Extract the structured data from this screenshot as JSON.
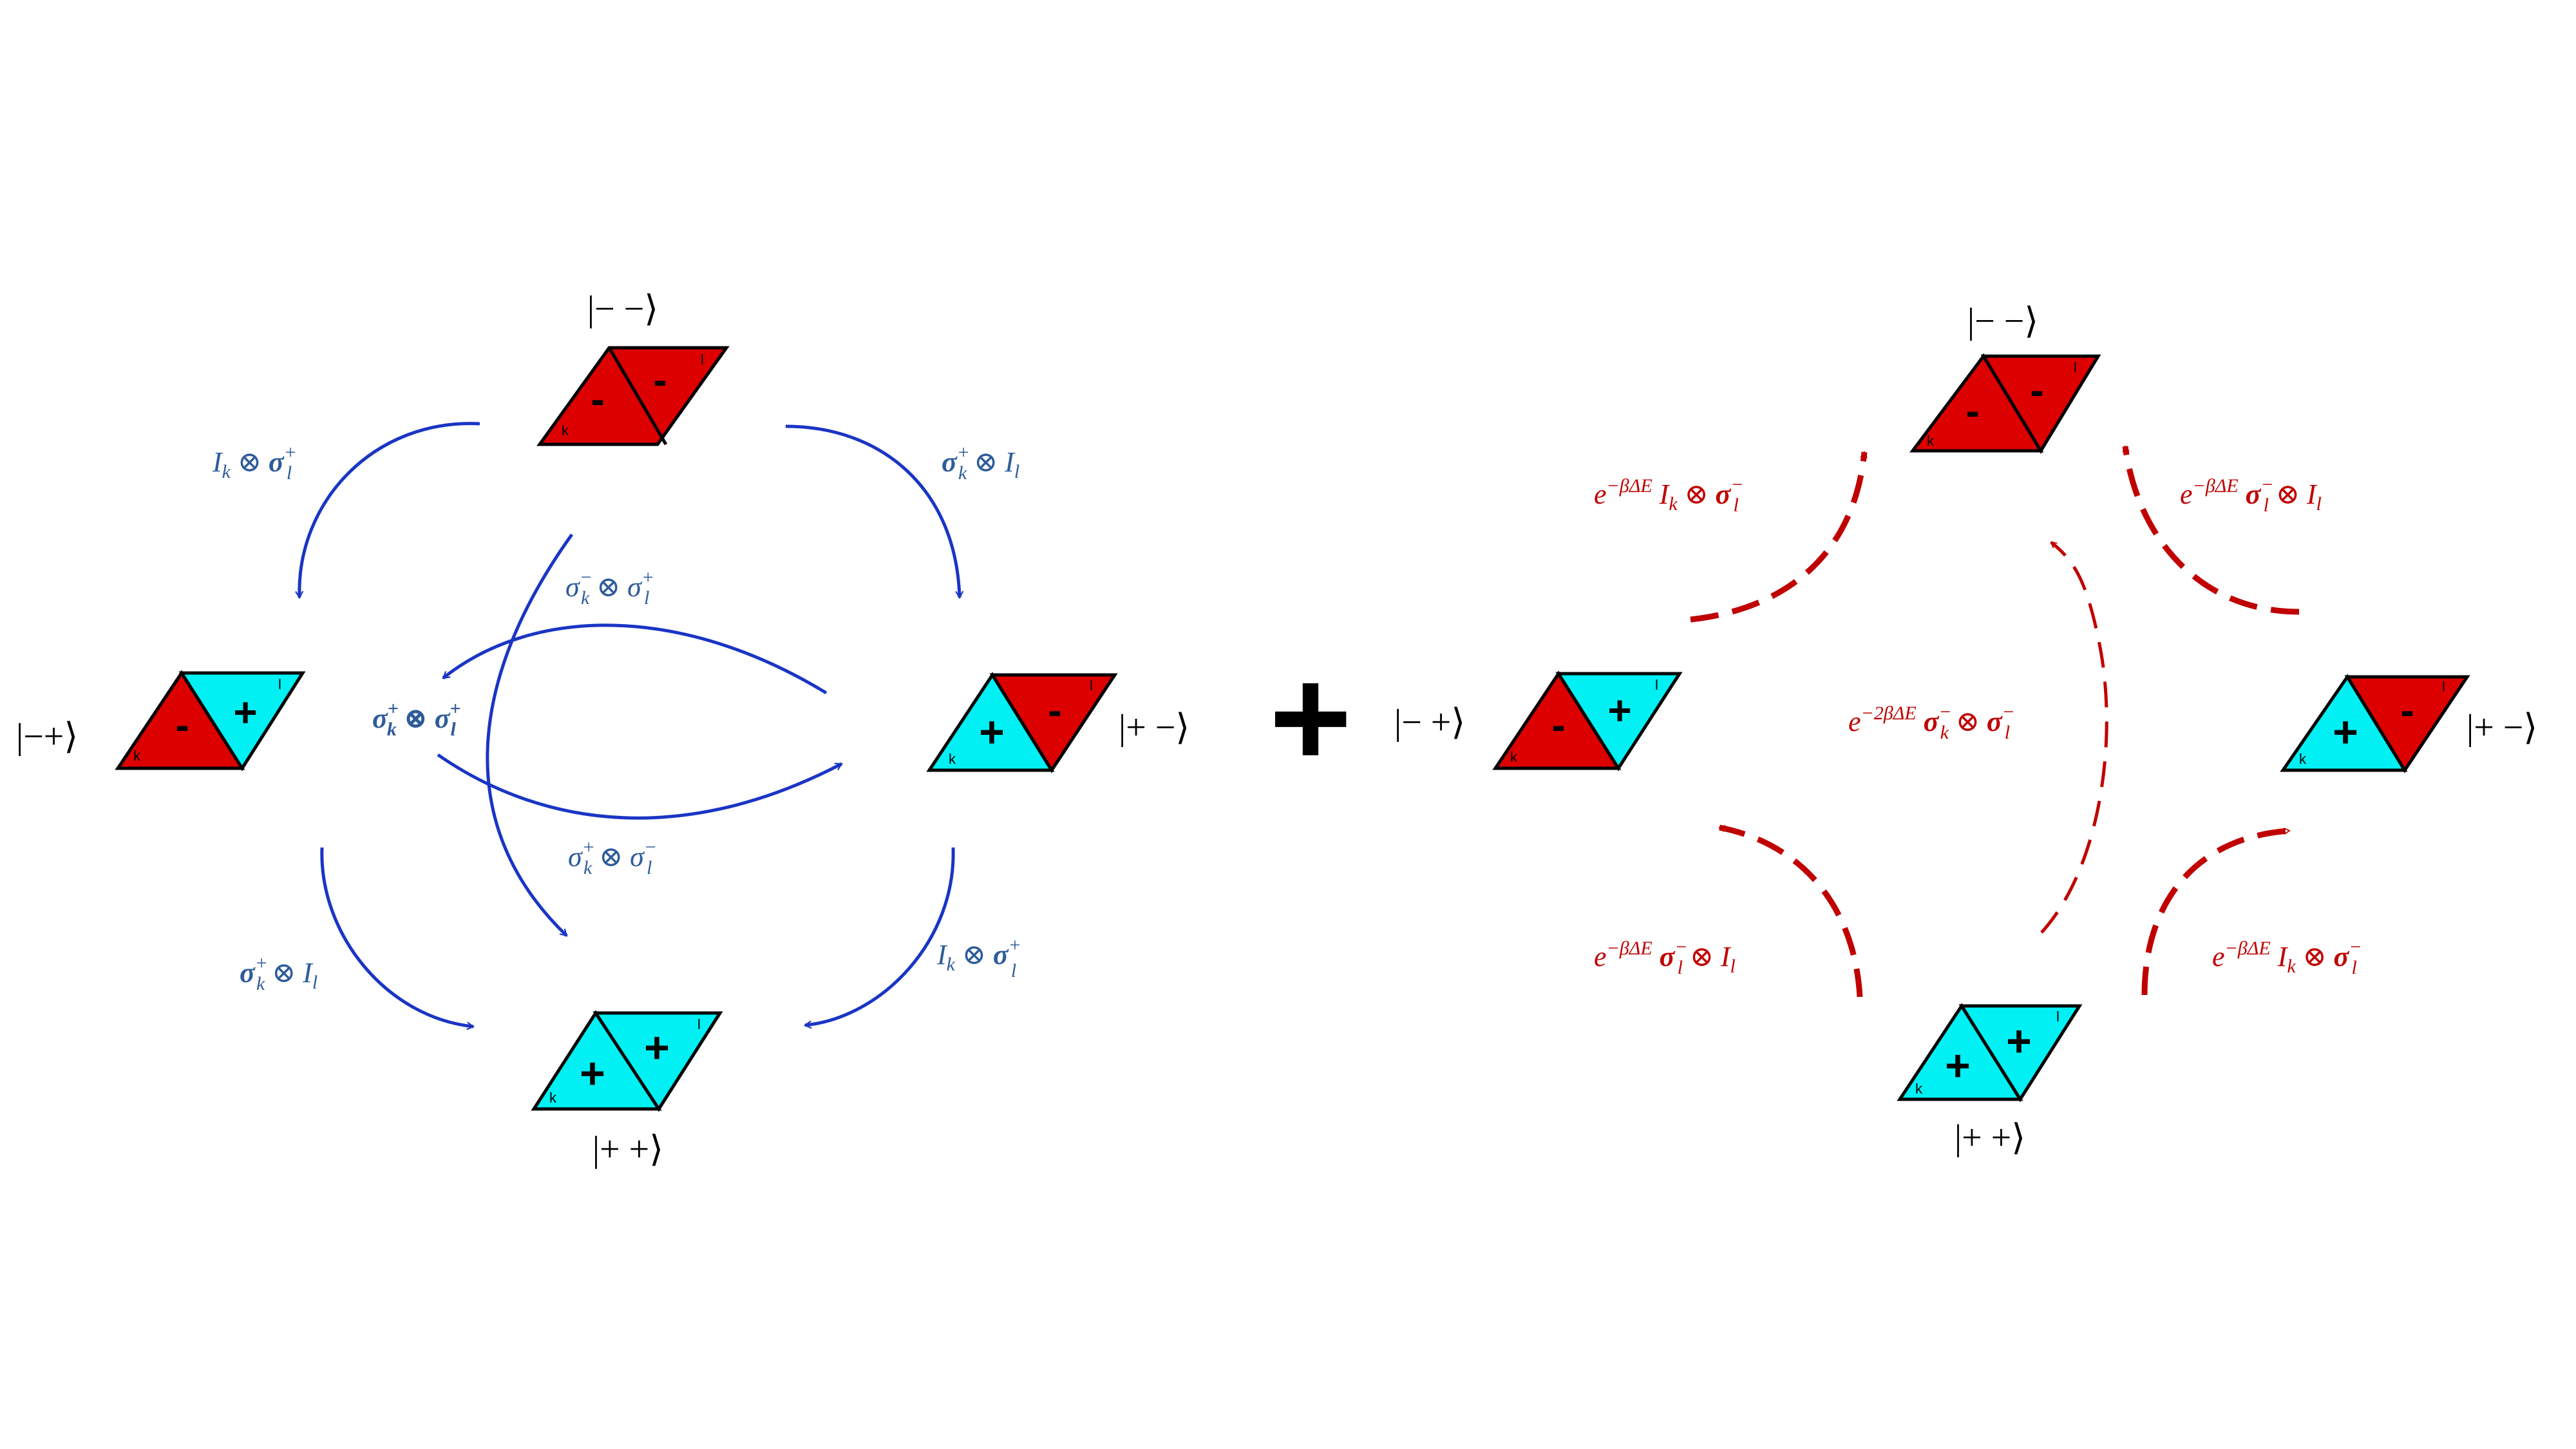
{
  "colors": {
    "minus": "#dd0000",
    "plus": "#00f0f4",
    "blue_arrow": "#1a35c4",
    "blue_text": "#2e5c9a",
    "red": "#c00000"
  },
  "states": {
    "mm": "|− −⟩",
    "mp": "|−+⟩",
    "pm": "|+ −⟩",
    "pp": "|+ +⟩",
    "mp_right": "|− +⟩"
  },
  "site_labels": {
    "k": "k",
    "l": "l"
  },
  "signs": {
    "minus": "-",
    "plus": "+"
  },
  "big_plus": "+",
  "blue_ops": {
    "mm_to_mp": "I_k ⊗ σ_l^+",
    "mm_to_pm": "σ_k^+ ⊗ I_l",
    "mp_to_pp": "σ_k^+ ⊗ I_l",
    "pm_to_pp": "I_k ⊗ σ_l^+",
    "mm_to_pp": "σ_k^+ ⊗ σ_l^+",
    "pm_to_mp": "σ_k^- ⊗ σ_l^+",
    "mp_to_pm": "σ_k^+ ⊗ σ_l^-"
  },
  "red_ops": {
    "mp_to_mm": "e^{-βΔE} I_k ⊗ σ_l^-",
    "pm_to_mm": "e^{-βΔE} σ_l^- ⊗ I_l",
    "pp_to_mm": "e^{-2βΔE} σ_k^- ⊗ σ_l^-",
    "pp_to_mp": "e^{-βΔE} σ_l^- ⊗ I_l",
    "pp_to_pm": "e^{-βΔE} I_k ⊗ σ_l^-"
  }
}
